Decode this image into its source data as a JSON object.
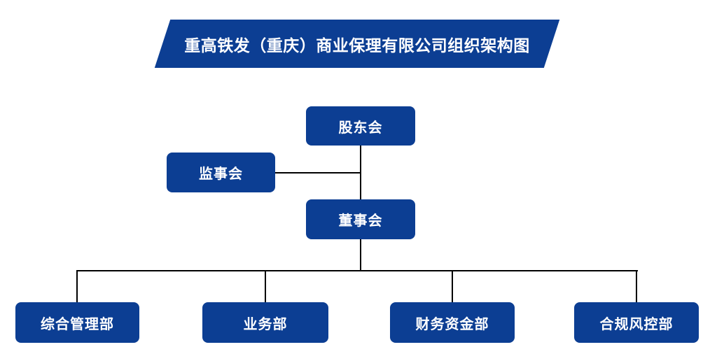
{
  "title": "重高铁发（重庆）商业保理有限公司组织架构图",
  "colors": {
    "box_blue": "#0c3e93",
    "line_black": "#000000",
    "text_white": "#ffffff",
    "background": "#ffffff"
  },
  "nodes": {
    "shareholders": {
      "label": "股东会"
    },
    "supervisors": {
      "label": "监事会"
    },
    "board": {
      "label": "董事会"
    },
    "departments": [
      {
        "label": "综合管理部"
      },
      {
        "label": "业务部"
      },
      {
        "label": "财务资金部"
      },
      {
        "label": "合规风控部"
      }
    ]
  }
}
